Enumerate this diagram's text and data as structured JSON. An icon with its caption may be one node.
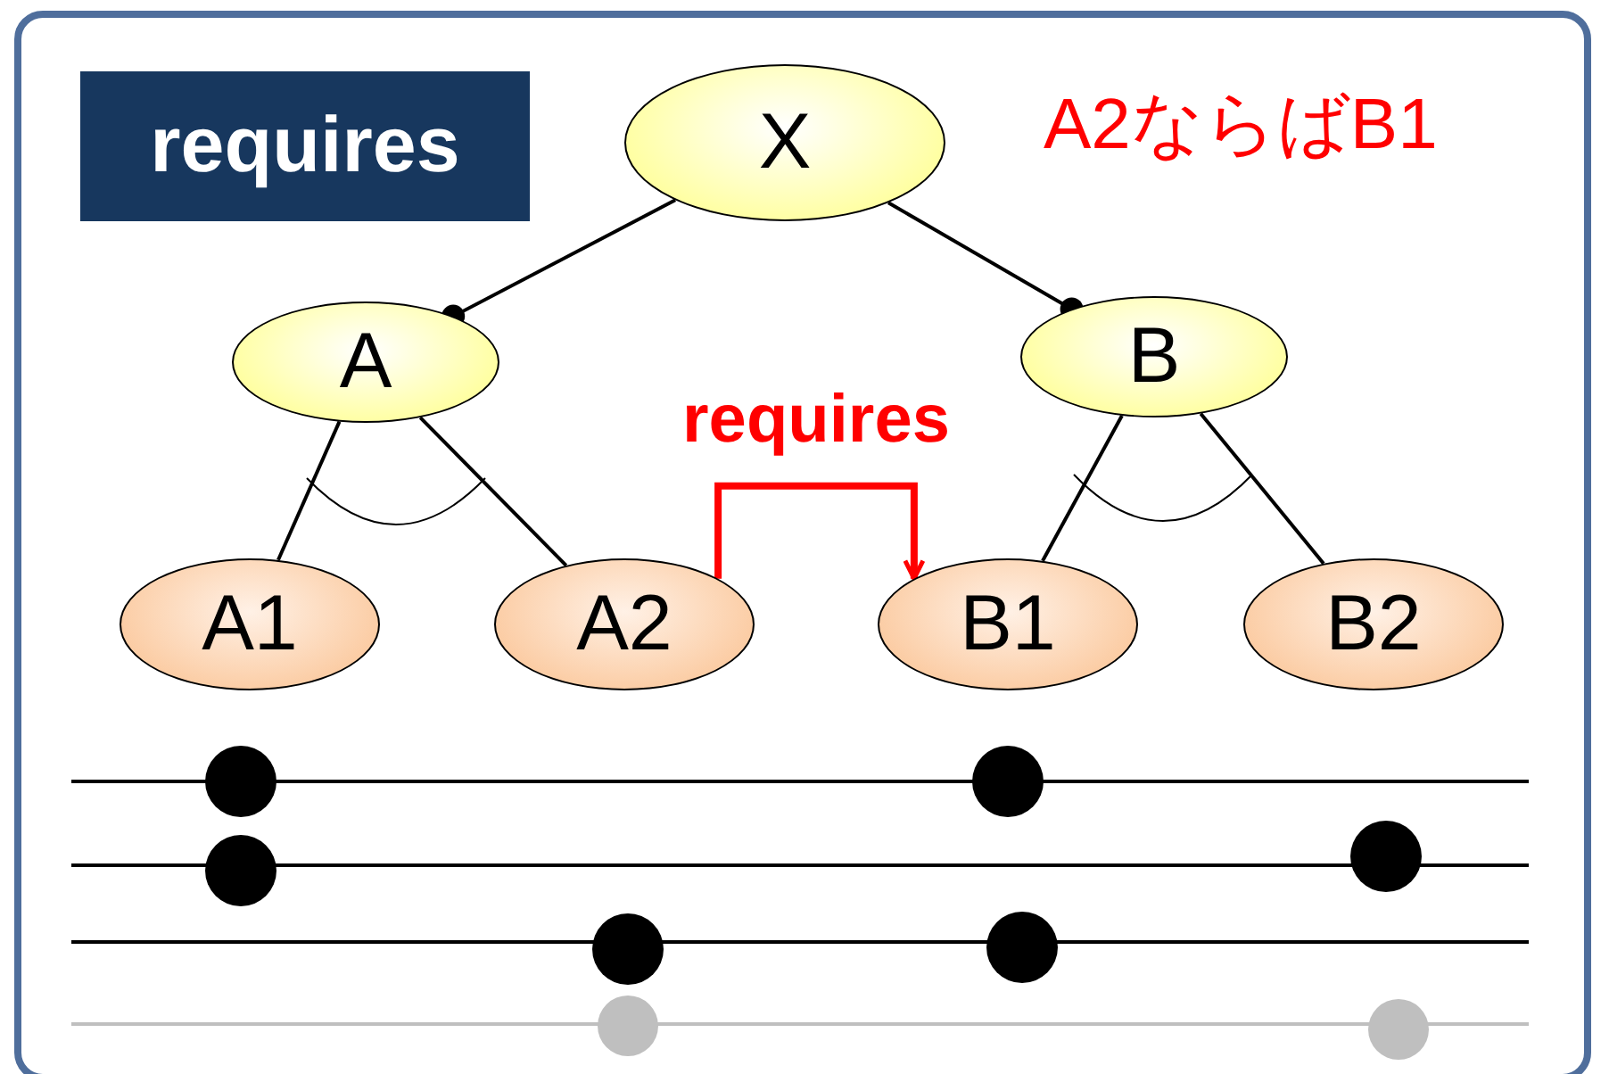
{
  "diagram": {
    "title": "requires",
    "nodes": [
      {
        "text": [
          "X"
        ]
      },
      {
        "text": [
          "A"
        ]
      },
      {
        "text": [
          "B"
        ]
      },
      {
        "text": [
          "A1"
        ]
      },
      {
        "text": [
          "A2"
        ]
      },
      {
        "text": [
          "B1"
        ]
      },
      {
        "text": [
          "B2"
        ]
      }
    ],
    "edges": [
      {
        "from": 0,
        "to": 1,
        "arrow": "other"
      },
      {
        "from": 0,
        "to": 2,
        "arrow": "other"
      },
      {
        "from": 1,
        "to": 3,
        "arrow": "none"
      },
      {
        "from": 1,
        "to": 4,
        "arrow": "none"
      },
      {
        "from": 2,
        "to": 5,
        "arrow": "none"
      },
      {
        "from": 2,
        "to": 6,
        "arrow": "none"
      },
      {
        "from": 4,
        "to": 5,
        "arrow": "to",
        "label": "requires",
        "style": "thick",
        "color": "#ff0000"
      }
    ],
    "labels": [
      "A2ならばB1"
    ]
  }
}
